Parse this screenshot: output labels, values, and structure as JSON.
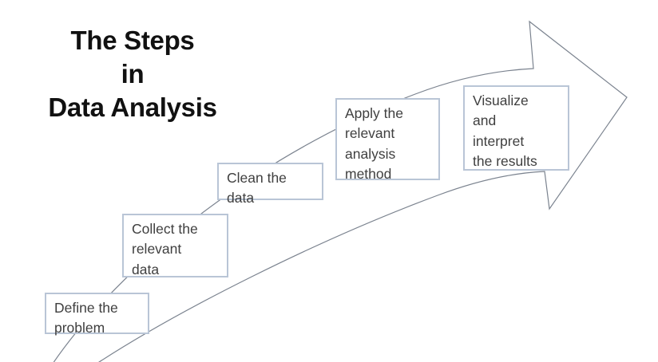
{
  "diagram": {
    "title": "The Steps\nin\nData Analysis",
    "title_lines": [
      "The Steps",
      "in",
      "Data Analysis"
    ],
    "arrow": {
      "name": "curved-upward-arrow",
      "direction": "up-right",
      "outline_color": "#7b838f",
      "fill_color": "#ffffff"
    },
    "colors": {
      "box_border": "#b9c5d6",
      "box_fill": "#ffffff",
      "box_text": "#3f3f3f",
      "title_text": "#111111",
      "background": "#ffffff"
    },
    "steps": [
      {
        "order": 1,
        "text": "Define the\nproblem"
      },
      {
        "order": 2,
        "text": "Collect the\nrelevant\ndata"
      },
      {
        "order": 3,
        "text": "Clean the\ndata"
      },
      {
        "order": 4,
        "text": "Apply the\nrelevant\nanalysis\nmethod"
      },
      {
        "order": 5,
        "text": "Visualize\nand\ninterpret\nthe results"
      }
    ]
  }
}
